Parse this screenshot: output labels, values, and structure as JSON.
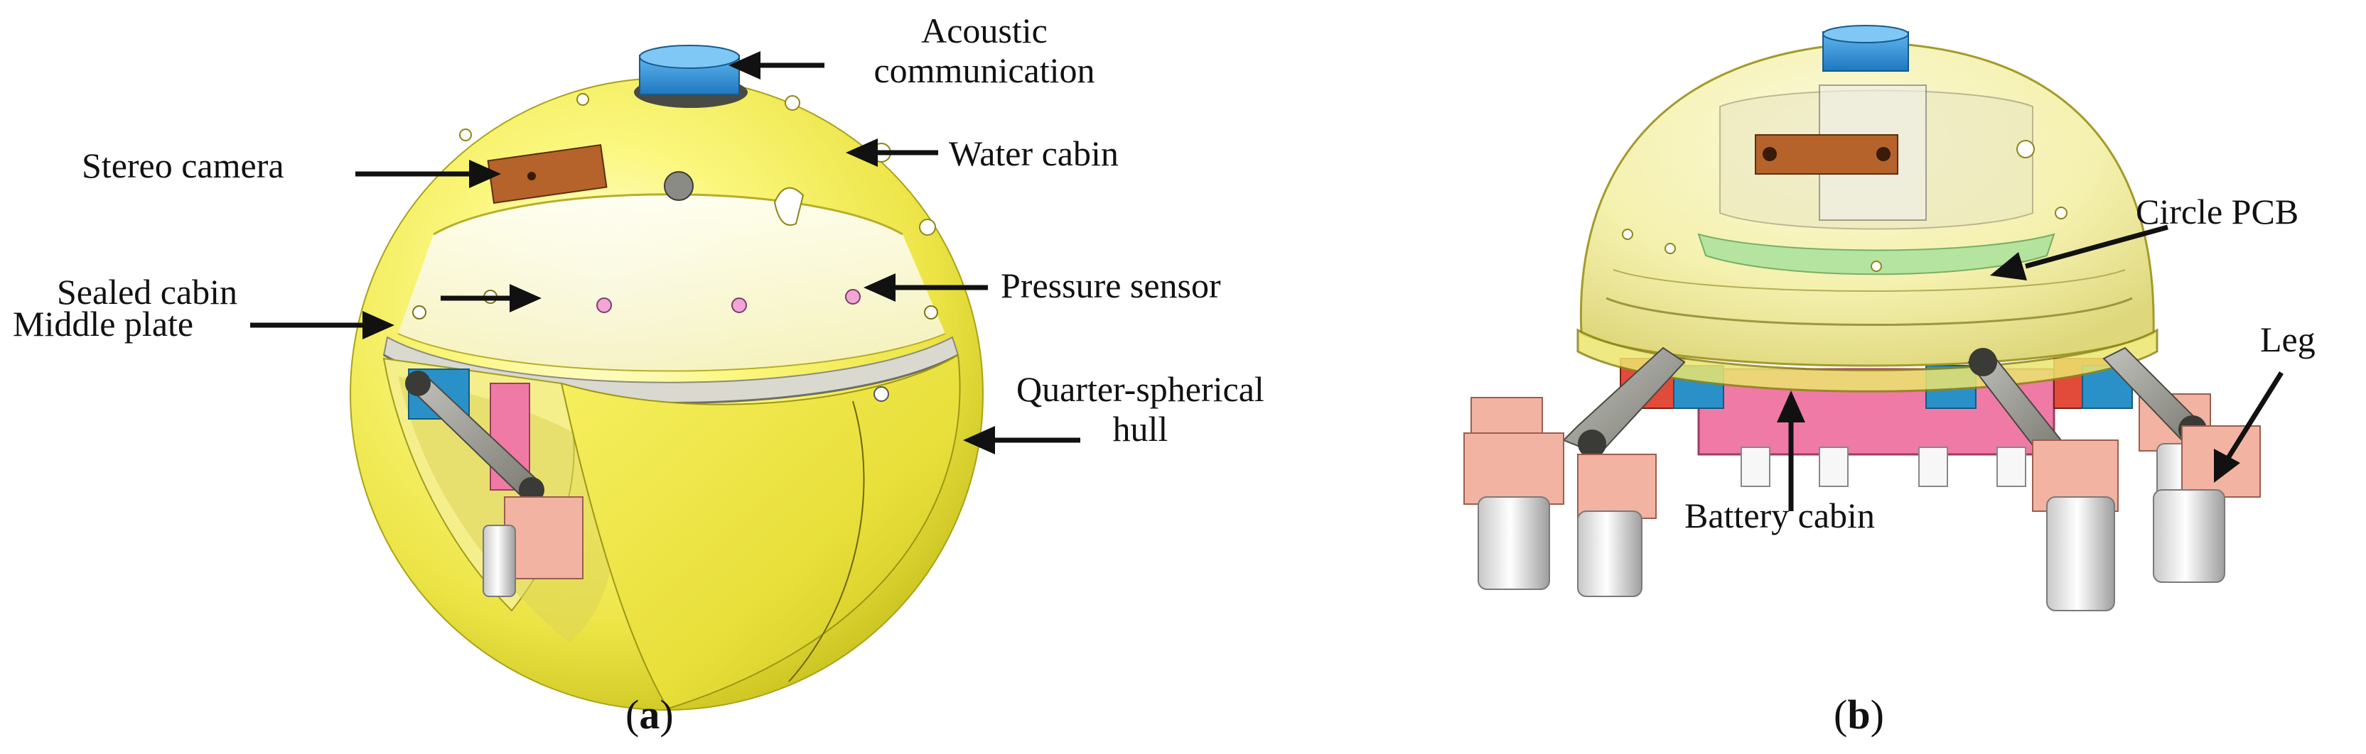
{
  "panels": [
    {
      "id": "a",
      "caption_open": "(",
      "caption_letter": "a",
      "caption_close": ")",
      "labels": {
        "acoustic_line1": "Acoustic",
        "acoustic_line2": "communication",
        "water_cabin": "Water cabin",
        "stereo_camera": "Stereo camera",
        "sealed_cabin": "Sealed cabin",
        "pressure_sensor": "Pressure sensor",
        "middle_plate": "Middle plate",
        "quarter_line1": "Quarter-spherical",
        "quarter_line2": "hull"
      }
    },
    {
      "id": "b",
      "caption_open": "(",
      "caption_letter": "b",
      "caption_close": ")",
      "labels": {
        "circle_pcb": "Circle PCB",
        "leg": "Leg",
        "battery_cabin": "Battery cabin"
      }
    }
  ],
  "colors": {
    "hull_yellow": "#f6f05a",
    "hull_shadow": "#c9c21e",
    "acoustic_blue": "#2a8fd6",
    "camera_orange": "#b5632a",
    "leg_salmon": "#f2b3a2",
    "gear_red": "#e24a3a",
    "battery_pink": "#f07aa6",
    "joint_blue": "#2a90c8",
    "arm_gray": "#9a9a92",
    "transparent_dome": "#f3ef9c"
  }
}
